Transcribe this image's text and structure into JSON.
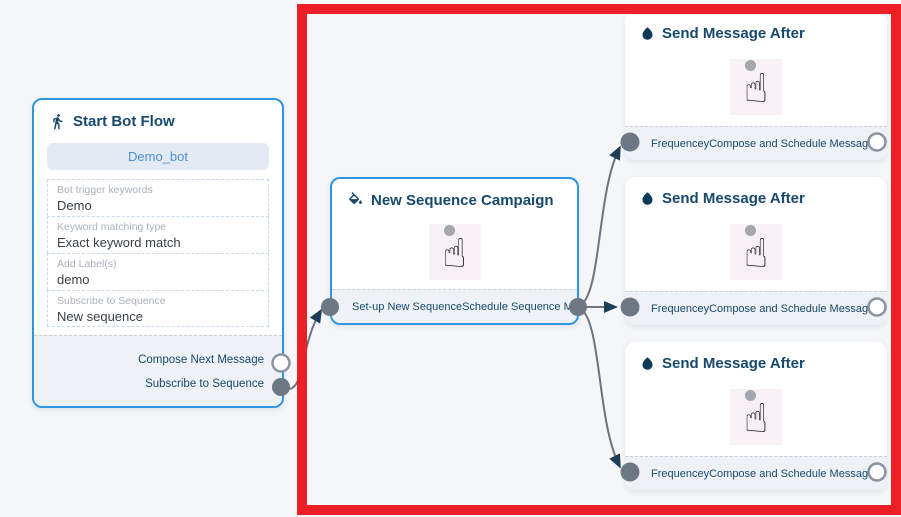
{
  "canvas": {
    "background": "#f5f6f8"
  },
  "highlight": {
    "color": "#ec1f27"
  },
  "colors": {
    "node_border_blue": "#2e96e0",
    "title_navy": "#17496d",
    "wire_gray": "#6b7480",
    "arrow_navy": "#1d3e59",
    "port_filled": "#6d7884",
    "port_empty_stroke": "#8a93a0",
    "footer_bg": "#eef1f5",
    "bot_name_text": "#4a90d6",
    "bot_name_bg": "#e4eaf4"
  },
  "icons": {
    "start_node": "walking-person-icon",
    "sequence_node": "paint-bucket-icon",
    "send_node": "water-drop-icon",
    "body": "hand-cursor-icon"
  },
  "start_node": {
    "title": "Start Bot Flow",
    "bot_name": "Demo_bot",
    "fields": [
      {
        "label": "Bot trigger keywords",
        "value": "Demo"
      },
      {
        "label": "Keyword matching type",
        "value": "Exact keyword match"
      },
      {
        "label": "Add Label(s)",
        "value": "demo"
      },
      {
        "label": "Subscribe to Sequence",
        "value": "New sequence"
      }
    ],
    "outputs": [
      {
        "label": "Compose Next Message",
        "connected": false
      },
      {
        "label": "Subscribe to Sequence",
        "connected": true
      }
    ]
  },
  "sequence_node": {
    "title": "New Sequence Campaign",
    "outputs": [
      {
        "label": "Set-up New Sequence",
        "connected": true
      },
      {
        "label": "Schedule Sequence Message",
        "connected": true
      }
    ]
  },
  "send_nodes": [
    {
      "title": "Send Message After",
      "input_label": "Frequencey",
      "output_label": "Compose and Schedule Message"
    },
    {
      "title": "Send Message After",
      "input_label": "Frequencey",
      "output_label": "Compose and Schedule Message"
    },
    {
      "title": "Send Message After",
      "input_label": "Frequencey",
      "output_label": "Compose and Schedule Message"
    }
  ]
}
